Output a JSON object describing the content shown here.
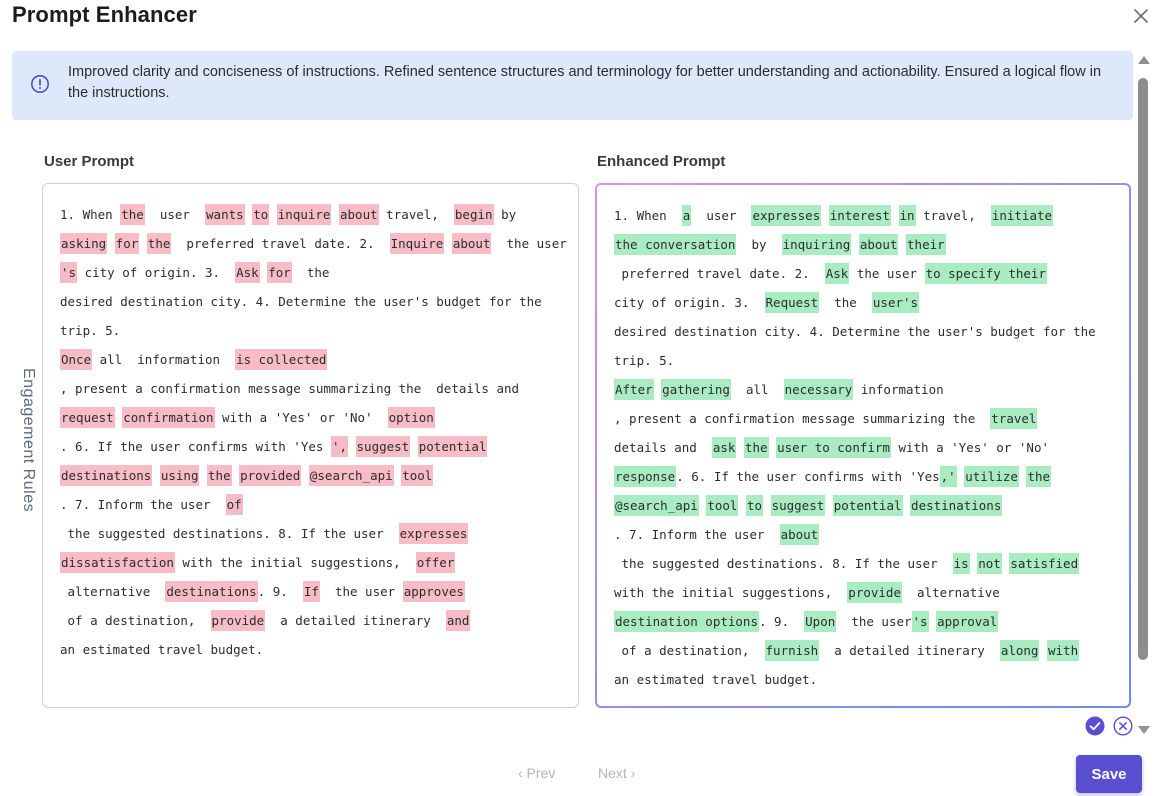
{
  "modal": {
    "title": "Prompt Enhancer"
  },
  "banner": {
    "icon": "info-icon",
    "text": "Improved clarity and conciseness of instructions. Refined sentence structures and terminology for better understanding and actionability. Ensured a logical flow in the instructions."
  },
  "side_label": "Engagement Rules",
  "user_prompt": {
    "heading": "User Prompt",
    "lines": [
      [
        [
          "1. When ",
          0
        ],
        [
          "the",
          1
        ],
        [
          "  user  ",
          0
        ],
        [
          "wants",
          1
        ],
        [
          " ",
          0
        ],
        [
          "to",
          1
        ],
        [
          " ",
          0
        ],
        [
          "inquire",
          1
        ],
        [
          " ",
          0
        ],
        [
          "about",
          1
        ],
        [
          " travel,  ",
          0
        ],
        [
          "begin",
          1
        ],
        [
          " by",
          0
        ]
      ],
      [
        [
          "asking",
          1
        ],
        [
          " ",
          0
        ],
        [
          "for",
          1
        ],
        [
          " ",
          0
        ],
        [
          "the",
          1
        ],
        [
          "  preferred travel date. 2.  ",
          0
        ],
        [
          "Inquire",
          1
        ],
        [
          " ",
          0
        ],
        [
          "about",
          1
        ],
        [
          "  the user",
          0
        ]
      ],
      [
        [
          "'s",
          1
        ],
        [
          " city of origin. 3.  ",
          0
        ],
        [
          "Ask",
          1
        ],
        [
          " ",
          0
        ],
        [
          "for",
          1
        ],
        [
          "  the",
          0
        ]
      ],
      [
        [
          "desired destination city. 4. Determine the user's budget for the",
          0
        ]
      ],
      [
        [
          "trip. 5.",
          0
        ]
      ],
      [
        [
          "Once",
          1
        ],
        [
          " all  information  ",
          0
        ],
        [
          "is collected",
          1
        ]
      ],
      [
        [
          ", present a confirmation message summarizing the  details and",
          0
        ]
      ],
      [
        [
          "request",
          1
        ],
        [
          " ",
          0
        ],
        [
          "confirmation",
          1
        ],
        [
          " with a 'Yes' or 'No'  ",
          0
        ],
        [
          "option",
          1
        ]
      ],
      [
        [
          ". 6. If the user confirms with 'Yes ",
          0
        ],
        [
          "',",
          1
        ],
        [
          " ",
          0
        ],
        [
          "suggest",
          1
        ],
        [
          " ",
          0
        ],
        [
          "potential",
          1
        ]
      ],
      [
        [
          "destinations",
          1
        ],
        [
          " ",
          0
        ],
        [
          "using",
          1
        ],
        [
          " ",
          0
        ],
        [
          "the",
          1
        ],
        [
          " ",
          0
        ],
        [
          "provided",
          1
        ],
        [
          " ",
          0
        ],
        [
          "@search_api",
          1
        ],
        [
          " ",
          0
        ],
        [
          "tool",
          1
        ]
      ],
      [
        [
          ". 7. Inform the user  ",
          0
        ],
        [
          "of",
          1
        ]
      ],
      [
        [
          " the suggested destinations. 8. If the user  ",
          0
        ],
        [
          "expresses",
          1
        ]
      ],
      [
        [
          "dissatisfaction",
          1
        ],
        [
          " with the initial suggestions,  ",
          0
        ],
        [
          "offer",
          1
        ]
      ],
      [
        [
          " alternative  ",
          0
        ],
        [
          "destinations",
          1
        ],
        [
          ". 9.  ",
          0
        ],
        [
          "If",
          1
        ],
        [
          "  the user ",
          0
        ],
        [
          "approves",
          1
        ]
      ],
      [
        [
          " of a destination,  ",
          0
        ],
        [
          "provide",
          1
        ],
        [
          "  a detailed itinerary  ",
          0
        ],
        [
          "and",
          1
        ]
      ],
      [
        [
          "an estimated travel budget.",
          0
        ]
      ]
    ]
  },
  "enhanced_prompt": {
    "heading": "Enhanced Prompt",
    "lines": [
      [
        [
          "1. When  ",
          0
        ],
        [
          "a",
          1
        ],
        [
          "  user  ",
          0
        ],
        [
          "expresses",
          1
        ],
        [
          " ",
          0
        ],
        [
          "interest",
          1
        ],
        [
          " ",
          0
        ],
        [
          "in",
          1
        ],
        [
          " travel,  ",
          0
        ],
        [
          "initiate",
          1
        ]
      ],
      [
        [
          "the conversation",
          1
        ],
        [
          "  by  ",
          0
        ],
        [
          "inquiring",
          1
        ],
        [
          " ",
          0
        ],
        [
          "about",
          1
        ],
        [
          " ",
          0
        ],
        [
          "their",
          1
        ]
      ],
      [
        [
          " preferred travel date. 2.  ",
          0
        ],
        [
          "Ask",
          1
        ],
        [
          " the user ",
          0
        ],
        [
          "to specify their",
          1
        ]
      ],
      [
        [
          "city of origin. 3.  ",
          0
        ],
        [
          "Request",
          1
        ],
        [
          "  the  ",
          0
        ],
        [
          "user's",
          1
        ]
      ],
      [
        [
          "desired destination city. 4. Determine the user's budget for the",
          0
        ]
      ],
      [
        [
          "trip. 5.",
          0
        ]
      ],
      [
        [
          "After",
          1
        ],
        [
          " ",
          0
        ],
        [
          "gathering",
          1
        ],
        [
          "  all  ",
          0
        ],
        [
          "necessary",
          1
        ],
        [
          " information",
          0
        ]
      ],
      [
        [
          ", present a confirmation message summarizing the  ",
          0
        ],
        [
          "travel",
          1
        ]
      ],
      [
        [
          "details and  ",
          0
        ],
        [
          "ask",
          1
        ],
        [
          " ",
          0
        ],
        [
          "the",
          1
        ],
        [
          " ",
          0
        ],
        [
          "user to confirm",
          1
        ],
        [
          " with a 'Yes' or 'No'",
          0
        ]
      ],
      [
        [
          "response",
          1
        ],
        [
          ". 6. If the user confirms with 'Yes",
          0
        ],
        [
          ",'",
          1
        ],
        [
          " ",
          0
        ],
        [
          "utilize",
          1
        ],
        [
          " ",
          0
        ],
        [
          "the",
          1
        ]
      ],
      [
        [
          "@search_api",
          1
        ],
        [
          " ",
          0
        ],
        [
          "tool",
          1
        ],
        [
          " ",
          0
        ],
        [
          "to",
          1
        ],
        [
          " ",
          0
        ],
        [
          "suggest",
          1
        ],
        [
          " ",
          0
        ],
        [
          "potential",
          1
        ],
        [
          " ",
          0
        ],
        [
          "destinations",
          1
        ]
      ],
      [
        [
          ". 7. Inform the user  ",
          0
        ],
        [
          "about",
          1
        ]
      ],
      [
        [
          " the suggested destinations. 8. If the user  ",
          0
        ],
        [
          "is",
          1
        ],
        [
          " ",
          0
        ],
        [
          "not",
          1
        ],
        [
          " ",
          0
        ],
        [
          "satisfied",
          1
        ]
      ],
      [
        [
          "with the initial suggestions,  ",
          0
        ],
        [
          "provide",
          1
        ],
        [
          "  alternative",
          0
        ]
      ],
      [
        [
          "destination options",
          1
        ],
        [
          ". 9.  ",
          0
        ],
        [
          "Upon",
          1
        ],
        [
          "  the user",
          0
        ],
        [
          "'s",
          1
        ],
        [
          " ",
          0
        ],
        [
          "approval",
          1
        ]
      ],
      [
        [
          " of a destination,  ",
          0
        ],
        [
          "furnish",
          1
        ],
        [
          "  a detailed itinerary  ",
          0
        ],
        [
          "along",
          1
        ],
        [
          " ",
          0
        ],
        [
          "with",
          1
        ]
      ],
      [
        [
          "an estimated travel budget.",
          0
        ]
      ]
    ]
  },
  "footer": {
    "prev_label": "‹  Prev",
    "next_label": "Next  ›",
    "save_label": "Save"
  },
  "colors": {
    "removed_highlight": "#f8bcc6",
    "added_highlight": "#a9ecc2",
    "accent": "#5a4fd1",
    "banner_bg": "#dde9fb"
  }
}
